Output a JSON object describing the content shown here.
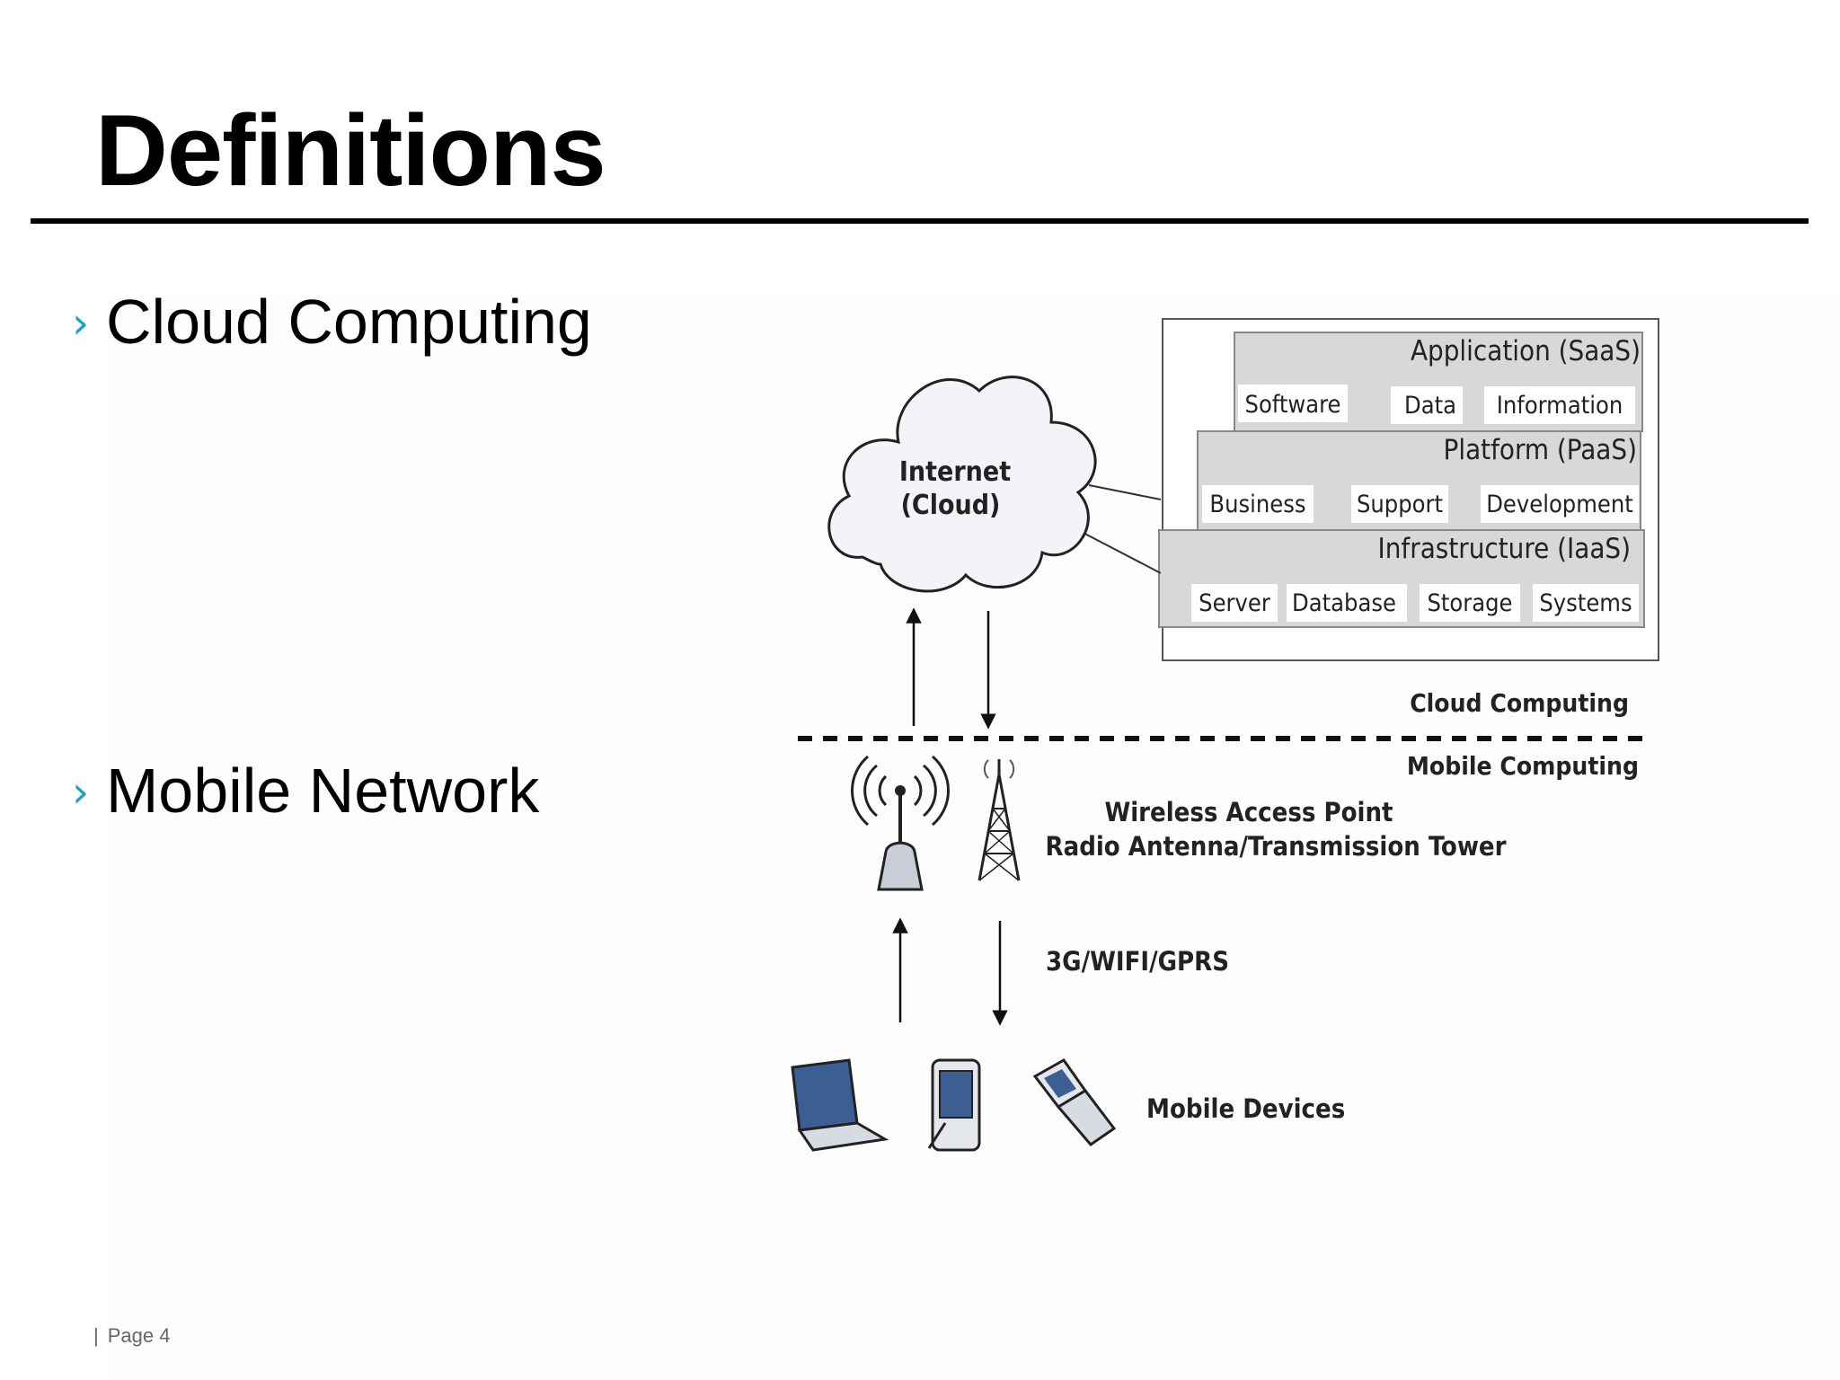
{
  "slide": {
    "title": "Definitions",
    "bullets": [
      "Cloud Computing",
      "Mobile Network"
    ],
    "footer": {
      "separator": "|",
      "page_label": "Page 4"
    }
  },
  "diagram": {
    "cloud": {
      "line1": "Internet",
      "line2": "(Cloud)"
    },
    "layers": [
      {
        "title": "Application (SaaS)",
        "items": [
          "Software",
          "Data",
          "Information"
        ]
      },
      {
        "title": "Platform (PaaS)",
        "items": [
          "Business",
          "Support",
          "Development"
        ]
      },
      {
        "title": "Infrastructure (IaaS)",
        "items": [
          "Server",
          "Database",
          "Storage",
          "Systems"
        ]
      }
    ],
    "zone_labels": {
      "cloud": "Cloud Computing",
      "mobile": "Mobile Computing"
    },
    "access": {
      "line1": "Wireless Access Point",
      "line2": "Radio Antenna/Transmission Tower"
    },
    "link_label": "3G/WIFI/GPRS",
    "devices_label": "Mobile Devices"
  },
  "colors": {
    "bullet_accent": "#1aa3c4",
    "layer_fill": "#d8d8d8",
    "cloud_fill": "#f2f4f7",
    "device_screen": "#3b5f92"
  }
}
